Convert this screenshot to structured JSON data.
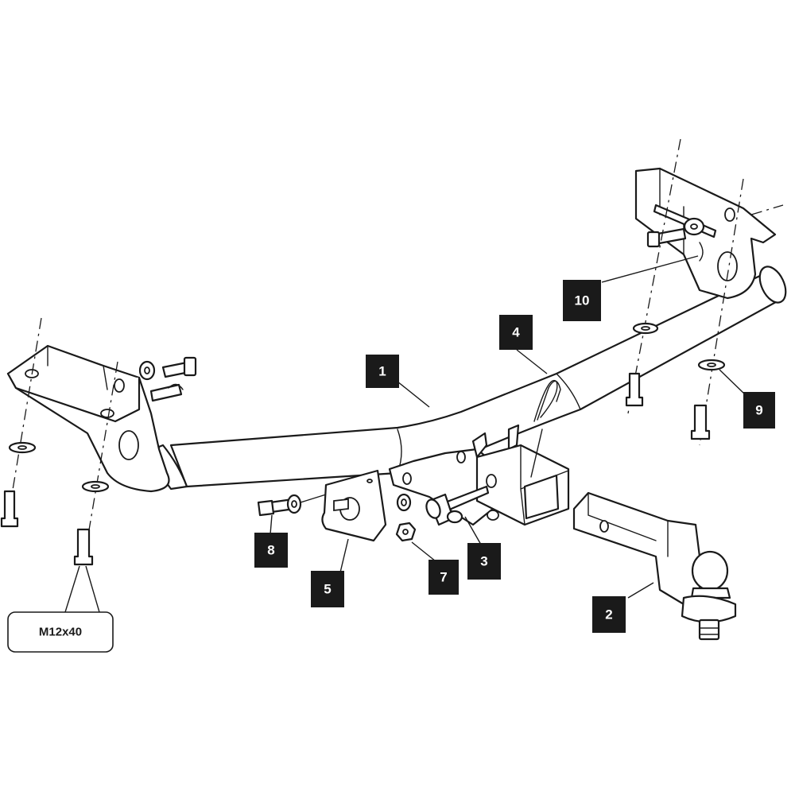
{
  "callouts": {
    "c1": "1",
    "c2": "2",
    "c3": "3",
    "c4": "4",
    "c5": "5",
    "c7": "7",
    "c8": "8",
    "c9": "9",
    "c10": "10"
  },
  "spec_label": "M12x40",
  "colors": {
    "line": "#1a1a1a",
    "callout_fill": "#1a1a1a",
    "callout_text": "#ffffff",
    "background": "#ffffff"
  }
}
